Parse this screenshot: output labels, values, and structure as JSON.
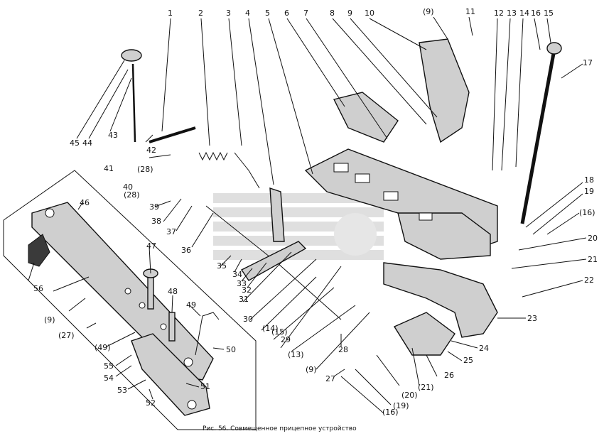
{
  "caption": "Рис. 56. Совмещенное прицепное устройство",
  "callouts": [
    "1",
    "2",
    "3",
    "4",
    "5",
    "6",
    "7",
    "8",
    "9",
    "10",
    "(9)",
    "11",
    "12",
    "13",
    "14",
    "16",
    "15",
    "17",
    "18",
    "19",
    "(16)",
    "20",
    "21",
    "22",
    "23",
    "24",
    "25",
    "26",
    "(21)",
    "(20)",
    "(19)",
    "(16)",
    "27",
    "(9)",
    "28",
    "(13)",
    "29",
    "(15)",
    "(14)",
    "30",
    "31",
    "32",
    "33",
    "34",
    "35",
    "36",
    "37",
    "38",
    "39",
    "(28)",
    "40",
    "(28)",
    "41",
    "42",
    "43",
    "44",
    "45",
    "46",
    "47",
    "48",
    "49",
    "50",
    "51",
    "52",
    "53",
    "54",
    "55",
    "(49)",
    "(27)",
    "(9)",
    "56"
  ]
}
